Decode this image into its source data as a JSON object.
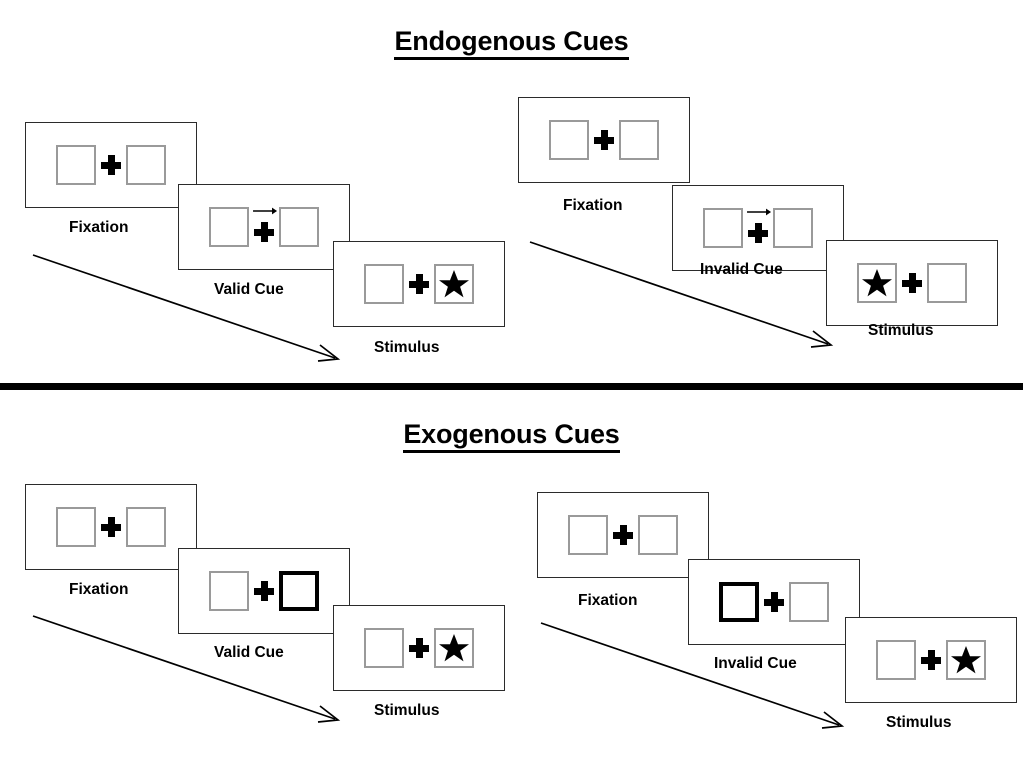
{
  "sections": [
    {
      "id": "endogenous",
      "title": "Endogenous Cues",
      "groups": [
        {
          "id": "endogenous-valid",
          "panels": [
            {
              "caption": "Fixation",
              "cue": "none",
              "left_content": "empty",
              "right_content": "empty"
            },
            {
              "caption": "Valid Cue",
              "cue": "arrow-right",
              "left_content": "empty",
              "right_content": "empty"
            },
            {
              "caption": "Stimulus",
              "cue": "none",
              "left_content": "empty",
              "right_content": "star"
            }
          ]
        },
        {
          "id": "endogenous-invalid",
          "panels": [
            {
              "caption": "Fixation",
              "cue": "none",
              "left_content": "empty",
              "right_content": "empty"
            },
            {
              "caption": "Invalid Cue",
              "cue": "arrow-right",
              "left_content": "empty",
              "right_content": "empty"
            },
            {
              "caption": "Stimulus",
              "cue": "none",
              "left_content": "star",
              "right_content": "empty"
            }
          ]
        }
      ]
    },
    {
      "id": "exogenous",
      "title": "Exogenous Cues",
      "groups": [
        {
          "id": "exogenous-valid",
          "panels": [
            {
              "caption": "Fixation",
              "cue": "none",
              "left_content": "empty",
              "right_content": "empty"
            },
            {
              "caption": "Valid Cue",
              "cue": "box-highlight-right",
              "left_content": "empty",
              "right_content": "empty"
            },
            {
              "caption": "Stimulus",
              "cue": "none",
              "left_content": "empty",
              "right_content": "star"
            }
          ]
        },
        {
          "id": "exogenous-invalid",
          "panels": [
            {
              "caption": "Fixation",
              "cue": "none",
              "left_content": "empty",
              "right_content": "empty"
            },
            {
              "caption": "Invalid Cue",
              "cue": "box-highlight-left",
              "left_content": "empty",
              "right_content": "empty"
            },
            {
              "caption": "Stimulus",
              "cue": "none",
              "left_content": "empty",
              "right_content": "star"
            }
          ]
        }
      ]
    }
  ],
  "colors": {
    "frame_border": "#2b2b2b",
    "box_border": "#9a9a9a",
    "cue_box_border": "#000000",
    "stimulus": "#000000",
    "divider": "#000000",
    "text": "#000000"
  },
  "icons": {
    "fixation": "plus-icon",
    "cue_arrow": "arrow-right-icon",
    "stimulus": "star-icon",
    "time_flow": "diagonal-arrow-icon"
  }
}
